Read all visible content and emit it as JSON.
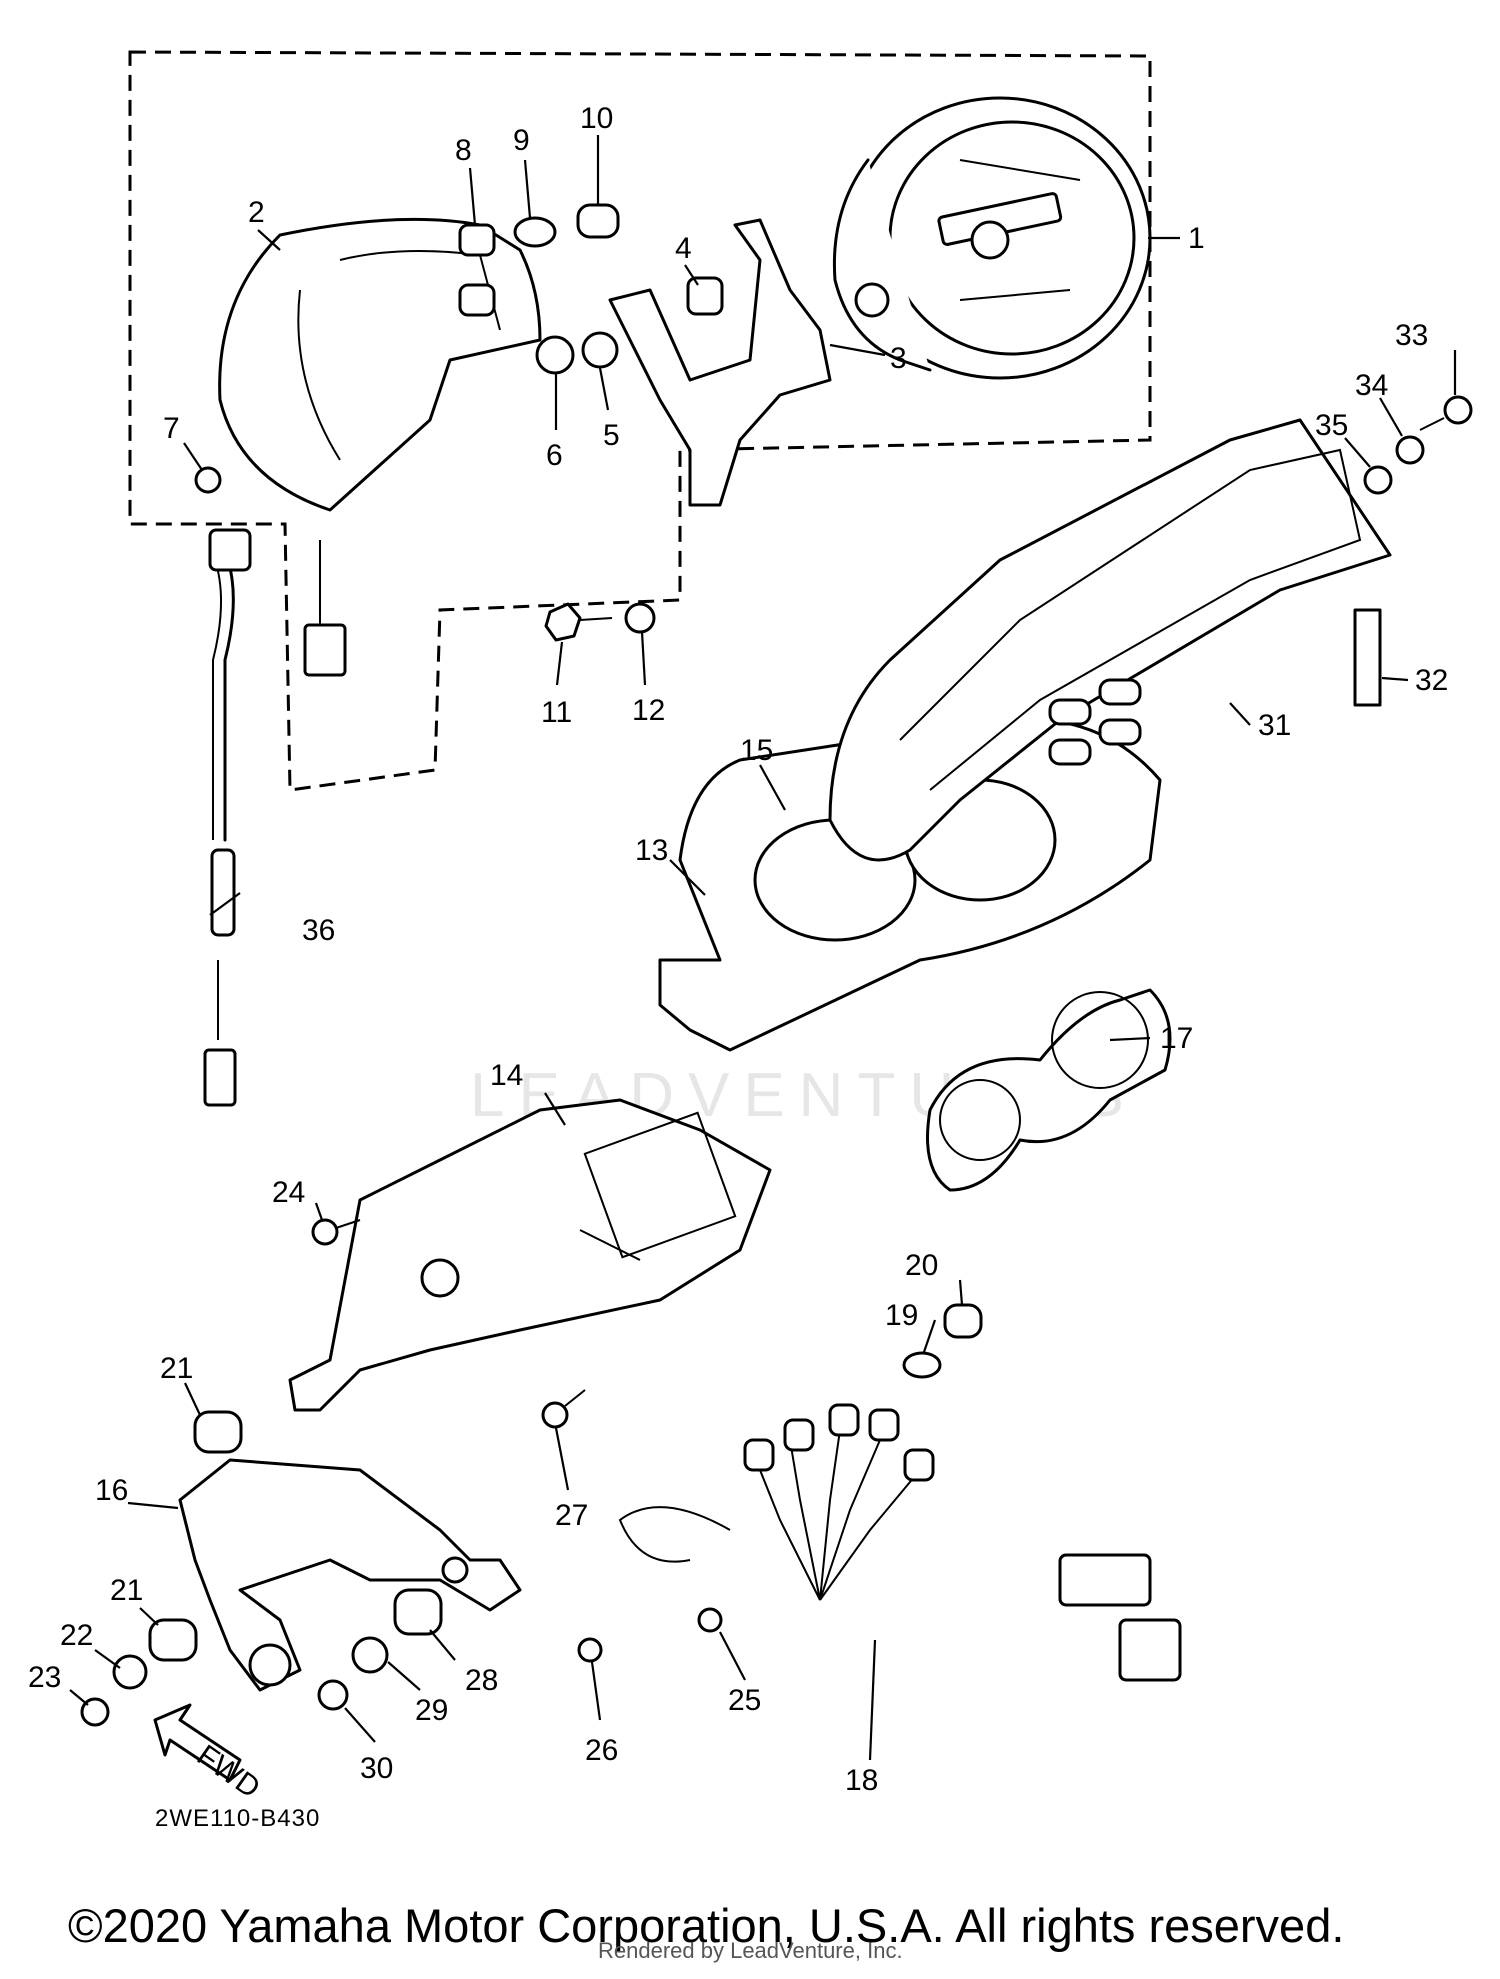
{
  "watermark": "LEADVENTURES",
  "fwd_label": "FWD",
  "diagram_code": "2WE110-B430",
  "copyright": "©2020 Yamaha Motor Corporation, U.S.A. All rights reserved.",
  "render_credit": "Rendered by LeadVenture, Inc.",
  "callouts": [
    "1",
    "2",
    "3",
    "4",
    "5",
    "6",
    "7",
    "8",
    "9",
    "10",
    "11",
    "12",
    "13",
    "14",
    "15",
    "16",
    "17",
    "18",
    "19",
    "20",
    "21",
    "21",
    "22",
    "23",
    "24",
    "25",
    "26",
    "27",
    "28",
    "29",
    "30",
    "31",
    "32",
    "33",
    "34",
    "35",
    "36"
  ]
}
